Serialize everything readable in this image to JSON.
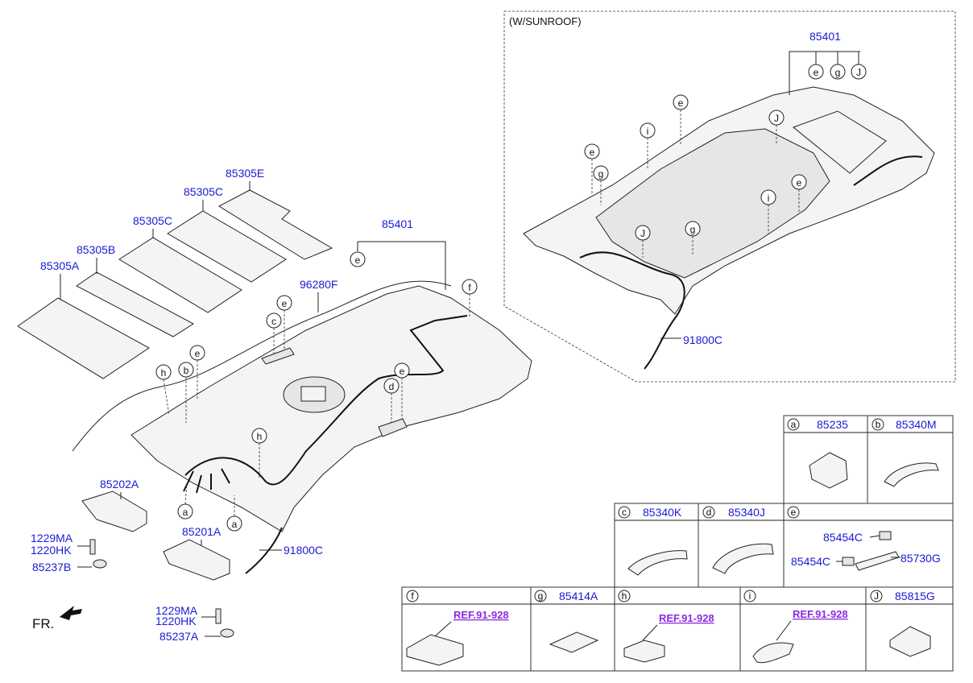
{
  "sunroof_title": "(W/SUNROOF)",
  "fr_label": "FR.",
  "parts": {
    "p85401_main": "85401",
    "p85401_sunroof": "85401",
    "p96280F": "96280F",
    "p91800C_main": "91800C",
    "p91800C_sunroof": "91800C",
    "p85305A": "85305A",
    "p85305B": "85305B",
    "p85305C_1": "85305C",
    "p85305C_2": "85305C",
    "p85305E": "85305E",
    "p85202A": "85202A",
    "p85201A": "85201A",
    "p1229MA_1": "1229MA",
    "p1220HK_1": "1220HK",
    "p85237B": "85237B",
    "p1229MA_2": "1229MA",
    "p1220HK_2": "1220HK",
    "p85237A": "85237A"
  },
  "letters": {
    "e": "e",
    "c": "c",
    "b": "b",
    "h": "h",
    "a": "a",
    "d": "d",
    "f": "f",
    "g": "g",
    "i": "i",
    "J": "J"
  },
  "legend": [
    {
      "key": "a",
      "part": "85235"
    },
    {
      "key": "b",
      "part": "85340M"
    },
    {
      "key": "c",
      "part": "85340K"
    },
    {
      "key": "d",
      "part": "85340J"
    },
    {
      "key": "e",
      "part": ""
    },
    {
      "key": "f",
      "part": ""
    },
    {
      "key": "g",
      "part": "85414A"
    },
    {
      "key": "h",
      "part": ""
    },
    {
      "key": "i",
      "part": ""
    },
    {
      "key": "J",
      "part": "85815G"
    }
  ],
  "legend_e_parts": [
    "85454C",
    "85454C",
    "85730G"
  ],
  "ref_label": "REF.91-928"
}
